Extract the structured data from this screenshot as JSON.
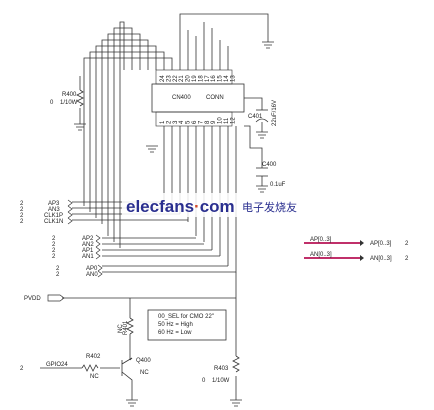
{
  "connector": {
    "ref": "CN400",
    "name": "CONN",
    "top_pins": [
      "24",
      "23",
      "22",
      "21",
      "20",
      "19",
      "18",
      "17",
      "16",
      "15",
      "14",
      "13"
    ],
    "bottom_pins": [
      "1",
      "2",
      "3",
      "4",
      "5",
      "6",
      "7",
      "8",
      "9",
      "10",
      "11",
      "12"
    ]
  },
  "r400_top": {
    "ref": "R400",
    "value": "0",
    "rating": "1/10W"
  },
  "r403": {
    "ref": "R403",
    "value": "0",
    "rating": "1/10W"
  },
  "r401": {
    "ref": "R401",
    "value": "NC"
  },
  "r402": {
    "ref": "R402",
    "value": "NC"
  },
  "q400": {
    "ref": "Q400",
    "value": "NC"
  },
  "c401": {
    "ref": "C401",
    "value": "22uF/16V"
  },
  "c400": {
    "ref": "C400",
    "value": "0.1uF"
  },
  "left_signals": [
    {
      "num": "2",
      "name": "AP3"
    },
    {
      "num": "2",
      "name": "AN3"
    },
    {
      "num": "2",
      "name": "CLK1P"
    },
    {
      "num": "2",
      "name": "CLK1N"
    },
    {
      "num": "2",
      "name": "AP2"
    },
    {
      "num": "2",
      "name": "AN2"
    },
    {
      "num": "2",
      "name": "AP1"
    },
    {
      "num": "2",
      "name": "AN1"
    },
    {
      "num": "2",
      "name": "AP0"
    },
    {
      "num": "2",
      "name": "AN0"
    }
  ],
  "bus_signals": [
    {
      "in": "AP[0..3]",
      "out": "AP[0..3]",
      "num": "2"
    },
    {
      "in": "AN[0..3]",
      "out": "AN[0..3]",
      "num": "2"
    }
  ],
  "pvdd_label": "PVDD",
  "gpio_label": "GPIO24",
  "gpio_num": "2",
  "note_lines": [
    "00_SEL for CMO 22\"",
    "50 Hz = High",
    "60 Hz = Low"
  ],
  "watermark": {
    "brand": "elecfans",
    "dot": "·",
    "com": "com",
    "cn": "电子发烧友"
  },
  "colors": {
    "wire": "#333333",
    "bus": "#c0306a",
    "watermark": "#2a2f8f"
  }
}
